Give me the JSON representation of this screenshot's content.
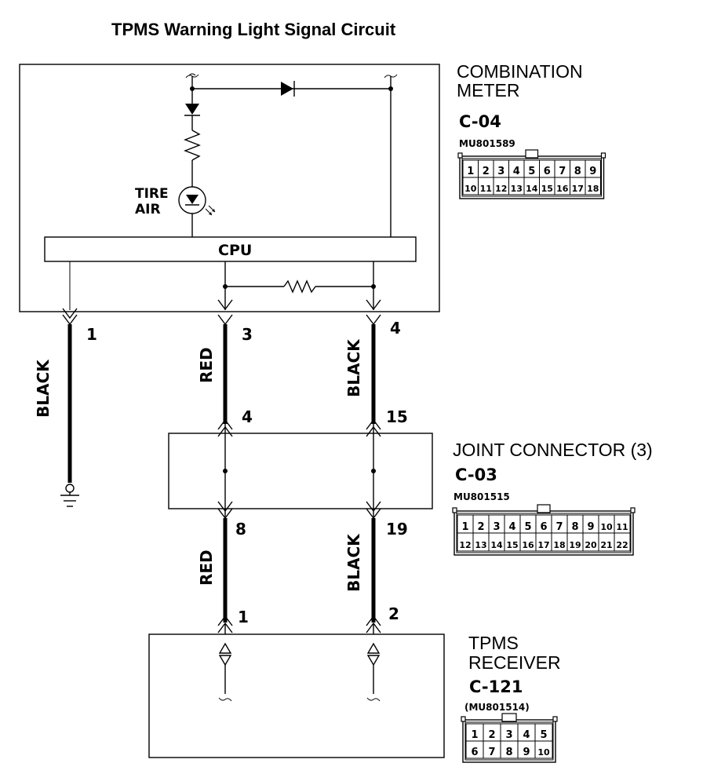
{
  "title": "TPMS Warning Light Signal Circuit",
  "combination_meter": {
    "name_line1": "COMBINATION",
    "name_line2": "METER",
    "connector": "C-04",
    "part_number": "MU801589",
    "lamp_label_line1": "TIRE",
    "lamp_label_line2": "AIR",
    "cpu_label": "CPU",
    "pins_row1": [
      "1",
      "2",
      "3",
      "4",
      "5",
      "6",
      "7",
      "8",
      "9"
    ],
    "pins_row2": [
      "10",
      "11",
      "12",
      "13",
      "14",
      "15",
      "16",
      "17",
      "18"
    ]
  },
  "joint_connector": {
    "name": "JOINT CONNECTOR (3)",
    "connector": "C-03",
    "part_number": "MU801515",
    "pins_row1": [
      "1",
      "2",
      "3",
      "4",
      "5",
      "6",
      "7",
      "8",
      "9",
      "10",
      "11"
    ],
    "pins_row2": [
      "12",
      "13",
      "14",
      "15",
      "16",
      "17",
      "18",
      "19",
      "20",
      "21",
      "22"
    ]
  },
  "tpms_receiver": {
    "name_line1": "TPMS",
    "name_line2": "RECEIVER",
    "connector": "C-121",
    "part_number": "(MU801514)",
    "pins_row1": [
      "1",
      "2",
      "3",
      "4",
      "5"
    ],
    "pins_row2": [
      "6",
      "7",
      "8",
      "9",
      "10"
    ]
  },
  "wires": {
    "left": {
      "meter_pin": "1",
      "color": "BLACK"
    },
    "middle": {
      "meter_pin": "3",
      "color_upper": "RED",
      "joint_in_pin": "4",
      "joint_out_pin": "8",
      "color_lower": "RED",
      "receiver_pin": "1"
    },
    "right": {
      "meter_pin": "4",
      "color_upper": "BLACK",
      "joint_in_pin": "15",
      "joint_out_pin": "19",
      "color_lower": "BLACK",
      "receiver_pin": "2"
    }
  }
}
